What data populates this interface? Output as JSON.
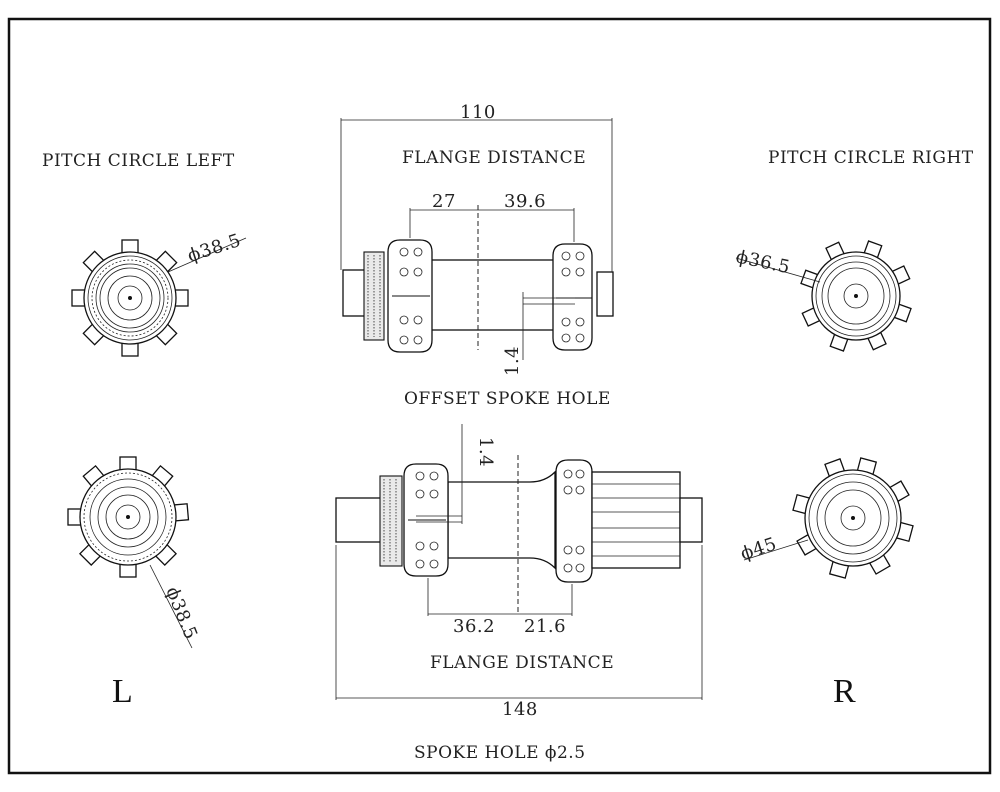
{
  "labels": {
    "pitch_left": "PITCH CIRCLE LEFT",
    "pitch_right": "PITCH CIRCLE RIGHT",
    "flange_top": "FLANGE DISTANCE",
    "flange_bottom": "FLANGE DISTANCE",
    "offset": "OFFSET SPOKE HOLE",
    "spoke_hole": "SPOKE HOLE ϕ2.5",
    "side_left": "L",
    "side_right": "R"
  },
  "dims": {
    "front_width": "110",
    "front_left": "27",
    "front_right": "39.6",
    "front_offset": "1.4",
    "rear_offset": "1.4",
    "rear_left": "36.2",
    "rear_right": "21.6",
    "rear_width": "148",
    "pcd_front_left": "ϕ38.5",
    "pcd_front_right": "ϕ36.5",
    "pcd_rear_left": "ϕ38.5",
    "pcd_rear_right": "ϕ45"
  }
}
